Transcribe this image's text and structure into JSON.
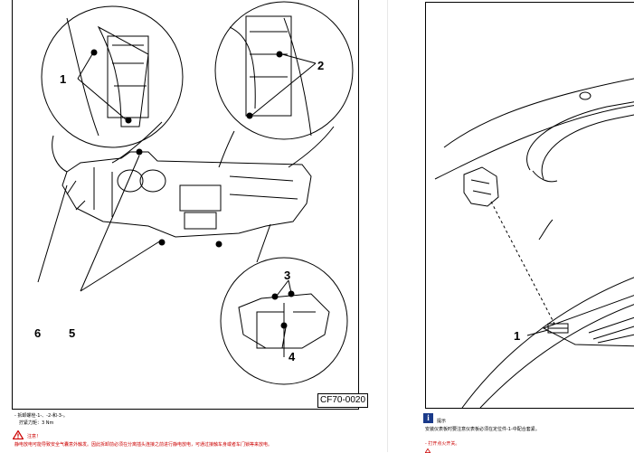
{
  "left_figure": {
    "callouts": [
      "1",
      "2",
      "3",
      "4",
      "5",
      "6"
    ],
    "figure_code": "CF70-0020"
  },
  "left_text": {
    "step": "- 拆卸螺栓-1-、-2-和-3-。",
    "torque": "拧紧力矩：3 Nm",
    "note_label": "注意！",
    "note_body": "静电放电可能导致安全气囊意外触发。因此拆卸前必须在分离插头连接之前进行静电放电，可通过接触车身或者车门锁等来放电。"
  },
  "right_figure": {
    "callouts": [
      "1"
    ]
  },
  "right_text": {
    "tip_label": "提示",
    "tip_body": "安装仪表板时要注意仪表板必须在定位件-1-中配合套紧。",
    "step": "- 打开点火开关。"
  },
  "icons": {
    "warning": "warning-triangle-icon",
    "info": "info-icon"
  },
  "colors": {
    "warning_red": "#cc0000",
    "info_blue": "#1a3a8a"
  }
}
